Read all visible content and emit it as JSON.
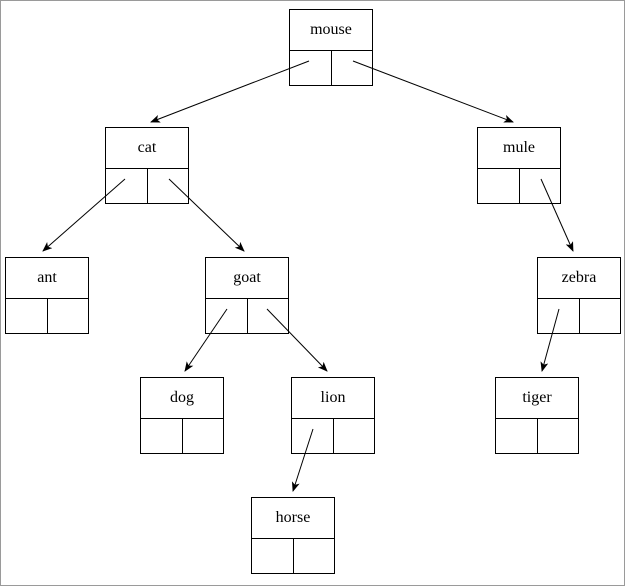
{
  "diagram": {
    "type": "binary-tree",
    "nodes": [
      {
        "id": "mouse",
        "label": "mouse"
      },
      {
        "id": "cat",
        "label": "cat"
      },
      {
        "id": "mule",
        "label": "mule"
      },
      {
        "id": "ant",
        "label": "ant"
      },
      {
        "id": "goat",
        "label": "goat"
      },
      {
        "id": "zebra",
        "label": "zebra"
      },
      {
        "id": "dog",
        "label": "dog"
      },
      {
        "id": "lion",
        "label": "lion"
      },
      {
        "id": "tiger",
        "label": "tiger"
      },
      {
        "id": "horse",
        "label": "horse"
      }
    ],
    "edges": [
      {
        "from": "mouse",
        "pointer": "left",
        "to": "cat"
      },
      {
        "from": "mouse",
        "pointer": "right",
        "to": "mule"
      },
      {
        "from": "cat",
        "pointer": "left",
        "to": "ant"
      },
      {
        "from": "cat",
        "pointer": "right",
        "to": "goat"
      },
      {
        "from": "goat",
        "pointer": "left",
        "to": "dog"
      },
      {
        "from": "goat",
        "pointer": "right",
        "to": "lion"
      },
      {
        "from": "lion",
        "pointer": "left",
        "to": "horse"
      },
      {
        "from": "mule",
        "pointer": "right",
        "to": "zebra"
      },
      {
        "from": "zebra",
        "pointer": "left",
        "to": "tiger"
      }
    ],
    "colors": {
      "node_border": "#000000",
      "arrow": "#000000",
      "background": "#ffffff"
    }
  }
}
